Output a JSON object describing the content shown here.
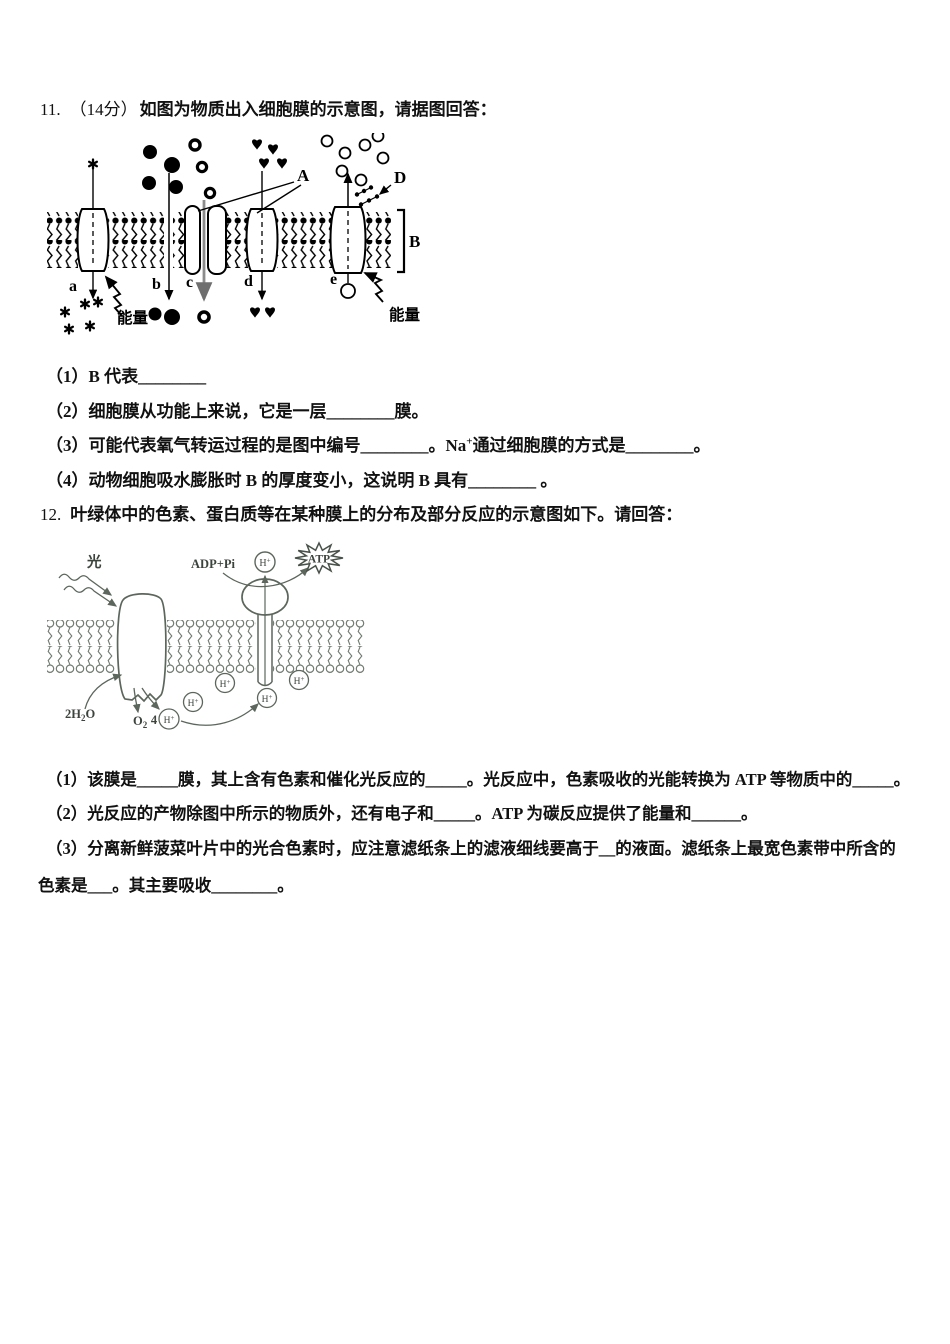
{
  "q11": {
    "number": "11.",
    "score": "（14分）",
    "stem": "如图为物质出入细胞膜的示意图，请据图回答：",
    "items": {
      "i1": "（1）B 代表________",
      "i2": "（2）细胞膜从功能上来说，它是一层________膜。",
      "i3_pre": "（3）可能代表氧气转运过程的是图中编号________。Na",
      "i3_sup": "+",
      "i3_post": "通过细胞膜的方式是________。",
      "i4": "（4）动物细胞吸水膨胀时 B 的厚度变小，这说明 B 具有________ 。"
    },
    "diagram": {
      "label_a": "a",
      "label_b": "b",
      "label_c": "c",
      "label_d": "d",
      "label_e": "e",
      "label_A": "A",
      "label_B": "B",
      "label_D": "D",
      "energy_left": "能量",
      "energy_right": "能量"
    }
  },
  "q12": {
    "number": "12.",
    "stem": "叶绿体中的色素、蛋白质等在某种膜上的分布及部分反应的示意图如下。请回答：",
    "items": {
      "i1": "（1）该膜是_____膜，其上含有色素和催化光反应的_____。光反应中，色素吸收的光能转换为 ATP 等物质中的_____。",
      "i2": "（2）光反应的产物除图中所示的物质外，还有电子和_____。ATP 为碳反应提供了能量和______。",
      "i3a": "（3）分离新鲜菠菜叶片中的光合色素时，应注意滤纸条上的滤液细线要高于__的液面。滤纸条上最宽色素带中所含的",
      "i3b": "色素是___。其主要吸收________。"
    },
    "diagram": {
      "light": "光",
      "adp": "ADP+Pi",
      "atp": "ATP",
      "h": "H",
      "plus": "+",
      "four": "4",
      "o": "O",
      "two": "2",
      "h2o_a": "2H",
      "h2o_sub": "2",
      "h2o_b": "O"
    }
  }
}
